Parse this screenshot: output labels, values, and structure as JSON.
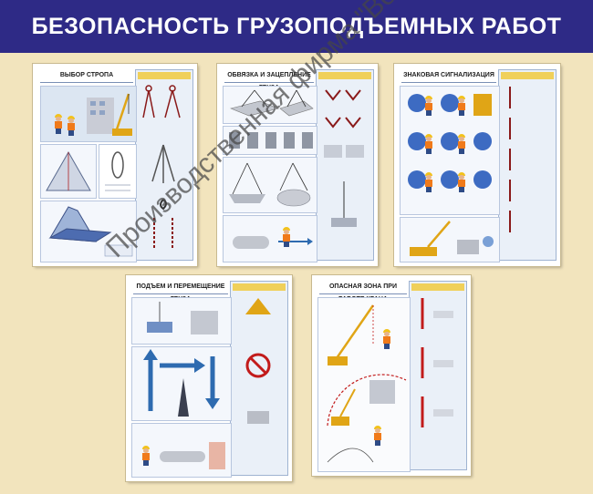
{
  "header": {
    "title": "БЕЗОПАСНОСТЬ ГРУЗОПОДЪЕМНЫХ РАБОТ"
  },
  "colors": {
    "header_bg": "#2e2a86",
    "board_bg": "#f2e4bd",
    "accent_orange": "#f07a1a",
    "accent_yellow": "#f2c21b"
  },
  "posters": [
    {
      "title": "ВЫБОР СТРОПА"
    },
    {
      "title": "ОБВЯЗКА И ЗАЦЕПЛЕНИЕ ГРУЗА"
    },
    {
      "title": "ЗНАКОВАЯ СИГНАЛИЗАЦИЯ"
    },
    {
      "title": "ПОДЪЕМ И ПЕРЕМЕЩЕНИЕ ГРУЗА"
    },
    {
      "title": "ОПАСНАЯ ЗОНА ПРИ РАБОТЕ КРАНА"
    }
  ],
  "watermark": {
    "text": "Производственная фирма \"Вектор\""
  }
}
